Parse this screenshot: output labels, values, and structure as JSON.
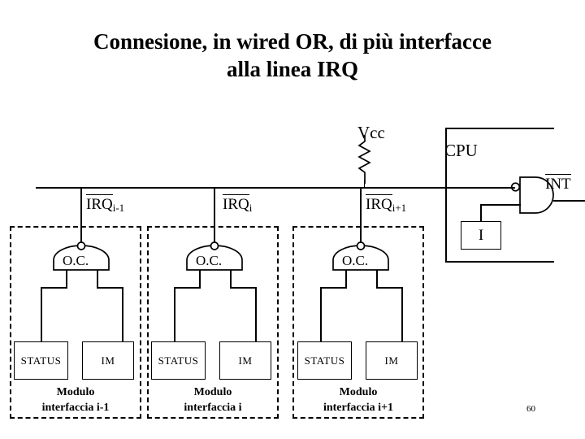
{
  "slide": {
    "page_number": "60",
    "title_lines": [
      "Connesione, in wired OR, di più interfacce",
      "alla linea IRQ"
    ]
  },
  "diagram": {
    "type": "circuit-schematic",
    "supply": {
      "label": "Vcc",
      "component": "pull-up-resistor"
    },
    "bus": {
      "name": "IRQ-wired-or-bus",
      "taps": [
        "IRQ i-1",
        "IRQ i",
        "IRQ i+1",
        "Vcc pull-up",
        "CPU"
      ]
    },
    "irq_lines": [
      {
        "base": "IRQ",
        "sub": "i-1",
        "overline": true
      },
      {
        "base": "IRQ",
        "sub": "i",
        "overline": true
      },
      {
        "base": "IRQ",
        "sub": "i+1",
        "overline": true
      }
    ],
    "cpu": {
      "label": "CPU",
      "gate": {
        "type": "and-gate",
        "inverting_input": true
      },
      "output": {
        "base": "INT",
        "overline": true
      },
      "flag_box": "I"
    },
    "modules": [
      {
        "gate_label": "O.C.",
        "gate_bubble": true,
        "boxes": [
          "STATUS",
          "IM"
        ],
        "caption_lines": [
          "Modulo",
          "interfaccia i-1"
        ]
      },
      {
        "gate_label": "O.C.",
        "gate_bubble": true,
        "boxes": [
          "STATUS",
          "IM"
        ],
        "caption_lines": [
          "Modulo",
          "interfaccia i"
        ]
      },
      {
        "gate_label": "O.C.",
        "gate_bubble": true,
        "boxes": [
          "STATUS",
          "IM"
        ],
        "caption_lines": [
          "Modulo",
          "interfaccia i+1"
        ]
      }
    ]
  },
  "colors": {
    "ink": "#000000",
    "background": "#ffffff"
  }
}
